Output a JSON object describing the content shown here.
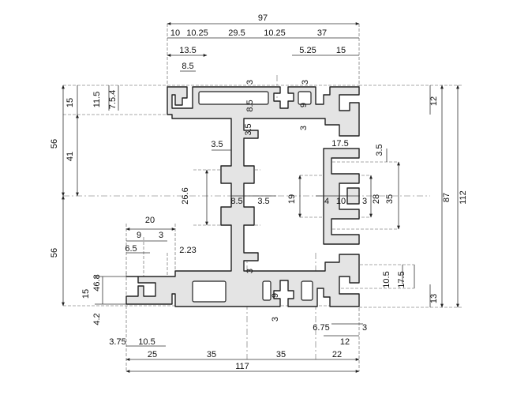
{
  "diagram": {
    "labels": {
      "w97": "97",
      "t10": "10",
      "t10_25a": "10.25",
      "t29_5": "29.5",
      "t10_25b": "10.25",
      "t37": "37",
      "t13_5": "13.5",
      "t5_25": "5.25",
      "t15top": "15",
      "t8_5top": "8.5",
      "t3a": "3",
      "t3b": "3",
      "t9a": "9",
      "t8_5mid": "8.5",
      "t3c": "3",
      "t3_5a": "3.5",
      "l11_5": "11.5",
      "l7_5_4": "7.5.4",
      "l15a": "15",
      "l56a": "56",
      "l41": "41",
      "l56b": "56",
      "r12": "12",
      "r87": "87",
      "r112": "112",
      "c3_5b": "3.5",
      "c17_5a": "17.5",
      "c3_5c": "3.5",
      "c26_6": "26.6",
      "c8_5": "8.5",
      "c3_5d": "3.5",
      "c19": "19",
      "c4": "4",
      "c10": "10",
      "c3d": "3",
      "c28": "28",
      "c35v": "35",
      "b20": "20",
      "b9": "9",
      "b3": "3",
      "b6_5": "6.5",
      "b2_23": "2.23",
      "b46_8": "46.8",
      "b15": "15",
      "b4_2": "4.2",
      "b9v": "9",
      "b3e": "3",
      "b3f": "3",
      "r10_5": "10.5",
      "r17_5": "17.5",
      "r13": "13",
      "b6_75": "6.75",
      "b3g": "3",
      "b3_75": "3.75",
      "b10_5": "10.5",
      "b12": "12",
      "b25": "25",
      "b35a": "35",
      "b35b": "35",
      "b22": "22",
      "w117": "117"
    }
  }
}
